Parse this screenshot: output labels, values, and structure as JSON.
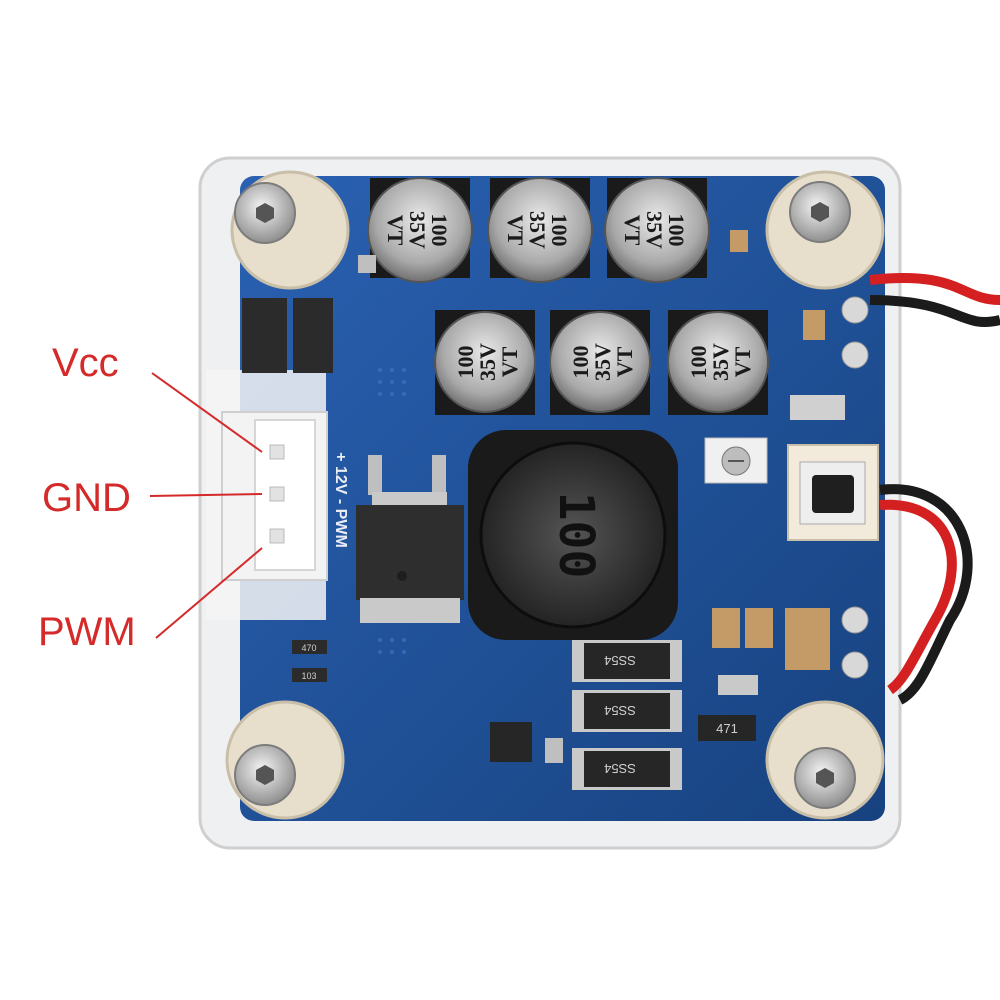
{
  "callouts": {
    "vcc": "Vcc",
    "gnd": "GND",
    "pwm": "PWM"
  },
  "board": {
    "capacitor_marking": {
      "line1": "100",
      "line2": "35V",
      "line3": "VT"
    },
    "inductor_marking": "100",
    "diode_marking": "SS54",
    "resistor_marking": "471",
    "small_resistor_1": "470",
    "small_resistor_2": "103",
    "silkscreen_label": "+ 12V - PWM"
  },
  "colors": {
    "callout_text": "#d42a2a",
    "leader_line": "#d42a2a",
    "pcb": "#1e4f9a",
    "acrylic_edge": "#d8d8d8"
  }
}
